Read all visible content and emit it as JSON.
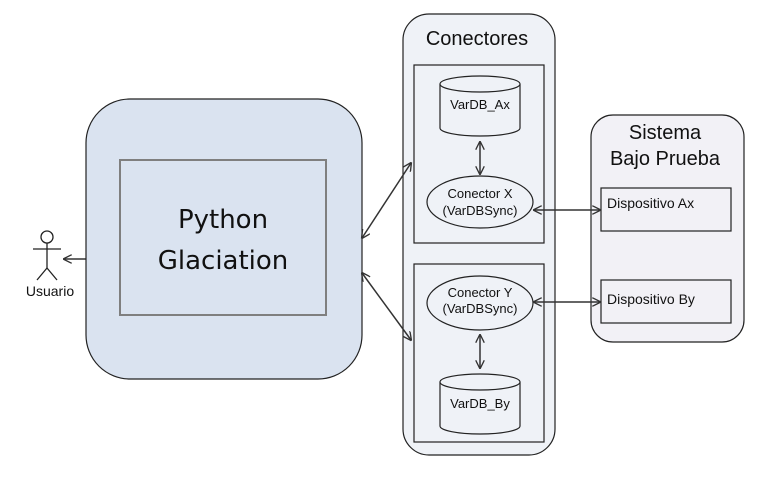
{
  "actor": {
    "label": "Usuario"
  },
  "python_block": {
    "line1": "Python",
    "line2": "Glaciation"
  },
  "connectors_block": {
    "title": "Conectores",
    "group_a": {
      "db": "VarDB_Ax",
      "connector_line1": "Conector X",
      "connector_line2": "(VarDBSync)"
    },
    "group_b": {
      "db": "VarDB_By",
      "connector_line1": "Conector Y",
      "connector_line2": "(VarDBSync)"
    }
  },
  "sut_block": {
    "title_line1": "Sistema",
    "title_line2": "Bajo Prueba",
    "device_a": "Dispositivo Ax",
    "device_b": "Dispositivo By"
  },
  "colors": {
    "python_fill": "#dae3f0",
    "panel_fill": "#eff2f7",
    "sut_fill": "#f2f1f6",
    "stroke": "#333333"
  }
}
